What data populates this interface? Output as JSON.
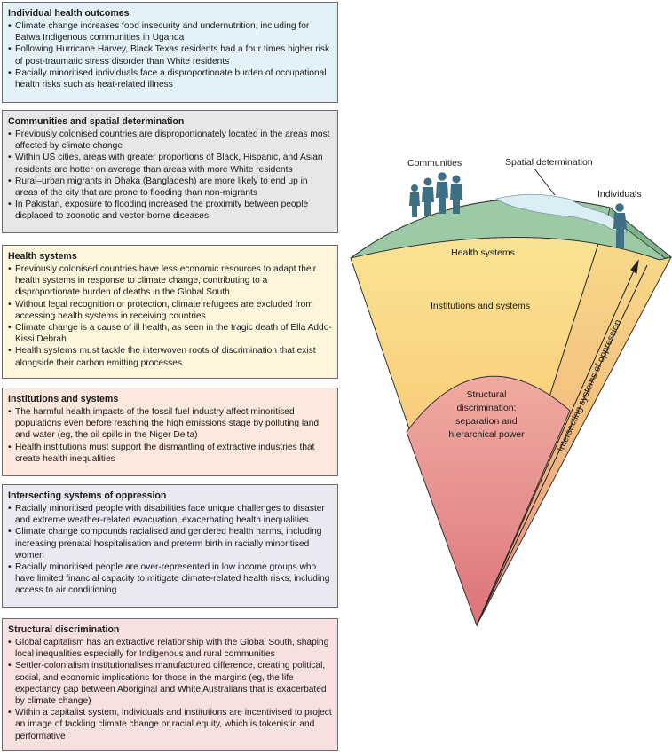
{
  "boxes": [
    {
      "title": "Individual health outcomes",
      "bullets": [
        "Climate change increases food insecurity and undernutrition, including for Batwa Indigenous communities in Uganda",
        "Following Hurricane Harvey, Black Texas residents had a four times higher risk of post-traumatic stress disorder than White residents",
        "Racially minoritised individuals face a disproportionate burden of occupational health risks such as heat-related illness"
      ]
    },
    {
      "title": "Communities and spatial determination",
      "bullets": [
        "Previously colonised countries are disproportionately located in the areas most affected by climate change",
        "Within US cities, areas with greater proportions of Black, Hispanic, and Asian residents are hotter on average than areas with more White residents",
        "Rural–urban migrants in Dhaka (Bangladesh) are more likely to end up in areas of the city that are prone to flooding than non-migrants",
        "In Pakistan, exposure to flooding increased the proximity between people displaced to zoonotic and vector-borne diseases"
      ]
    },
    {
      "title": "Health systems",
      "bullets": [
        "Previously colonised countries have less economic resources to adapt their health systems in response to climate change, contributing to a disproportionate burden of deaths in the Global South",
        "Without legal recognition or protection, climate refugees are excluded from accessing health systems in receiving countries",
        "Climate change is a cause of ill health, as seen in the tragic death of Ella Addo-Kissi Debrah",
        "Health systems must tackle the interwoven roots of discrimination that exist alongside their carbon emitting processes"
      ]
    },
    {
      "title": "Institutions and systems",
      "bullets": [
        "The harmful health impacts of the fossil fuel industry affect minoritised populations even before reaching the high emissions stage by polluting land and water (eg, the oil spills in the Niger Delta)",
        "Health institutions must support the dismantling of extractive industries that create health inequalities"
      ]
    },
    {
      "title": "Intersecting systems of oppression",
      "bullets": [
        "Racially minoritised people with disabilities face unique challenges to disaster and extreme weather-related evacuation, exacerbating health inequalities",
        "Climate change compounds racialised and gendered health harms, including increasing prenatal hospitalisation and preterm birth in racially minoritised women",
        "Racially minoritised people are over-represented in low income groups who have limited financial capacity to mitigate climate-related health risks, including access to air conditioning"
      ]
    },
    {
      "title": "Structural discrimination",
      "bullets": [
        "Global capitalism has an extractive relationship with the Global South, shaping local inequalities especially for Indigenous and rural communities",
        "Settler-colonialism institutionalises manufactured difference, creating political, social, and economic implications for those in the margins (eg, the life expectancy gap between Aboriginal and White Australians that is exacerbated by climate change)",
        "Within a capitalist system, individuals and institutions are incentivised to project an image of tackling climate change or racial equity, which is tokenistic and performative"
      ]
    }
  ],
  "diagram": {
    "communities_label": "Communities",
    "spatial_label": "Spatial determination",
    "individuals_label": "Individuals",
    "health_systems_label": "Health systems",
    "institutions_label": "Institutions and systems",
    "structural_lines": [
      "Structural",
      "discrimination:",
      "separation and",
      "hierarchical power"
    ],
    "oppression_label": "Intersecting systems of oppression",
    "colors": {
      "surface": "#8fbf9c",
      "water": "#dceef5",
      "figure": "#3f6f82",
      "health_top": "#fbe79a",
      "core": "#e58c8c",
      "outline": "#333333"
    }
  }
}
